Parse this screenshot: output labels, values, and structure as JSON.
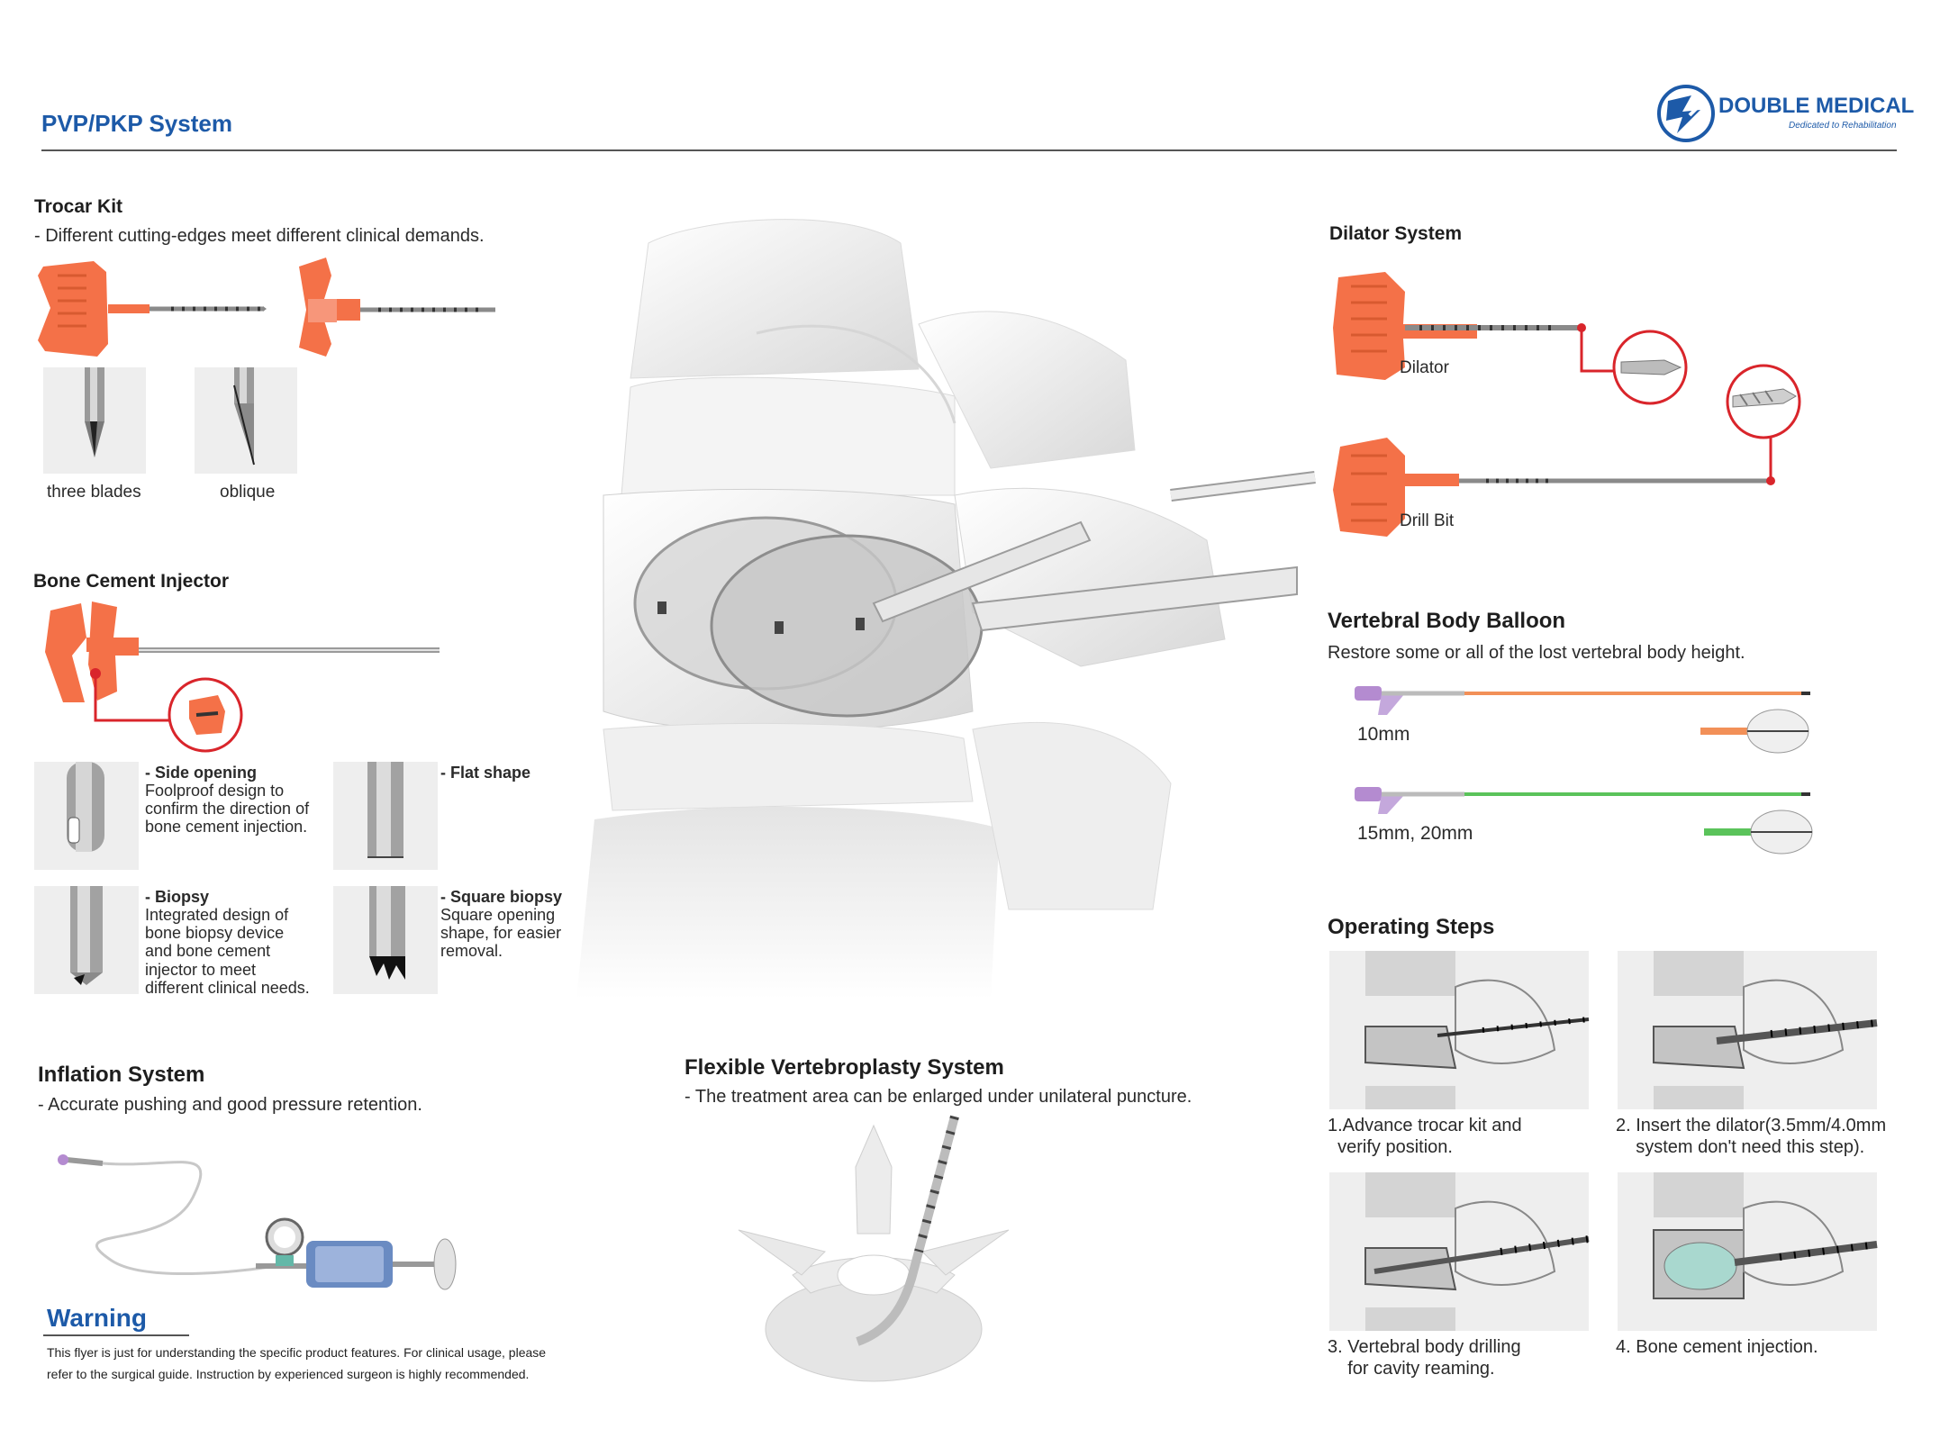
{
  "header": {
    "title": "PVP/PKP System",
    "brand_name": "DOUBLE MEDICAL",
    "brand_tagline": "Dedicated to Rehabilitation"
  },
  "trocar": {
    "title": "Trocar Kit",
    "desc": "- Different cutting-edges meet different clinical demands.",
    "tips": [
      "three blades",
      "oblique"
    ]
  },
  "injector": {
    "title": "Bone Cement Injector",
    "features": [
      {
        "title": "- Side opening",
        "desc": "Foolproof design to\nconfirm the direction of\nbone cement injection."
      },
      {
        "title": "- Flat shape",
        "desc": ""
      },
      {
        "title": "- Biopsy",
        "desc": "Integrated design of\nbone biopsy device\nand bone cement\ninjector to meet\ndifferent clinical needs."
      },
      {
        "title": "- Square biopsy",
        "desc": "Square opening\nshape, for easier\nremoval."
      }
    ]
  },
  "dilator": {
    "title": "Dilator System",
    "labels": [
      "Dilator",
      "Drill Bit"
    ]
  },
  "balloon": {
    "title": "Vertebral Body Balloon",
    "desc": "Restore some or all of the lost vertebral body height.",
    "sizes": [
      "10mm",
      "15mm, 20mm"
    ]
  },
  "steps": {
    "title": "Operating Steps",
    "items": [
      "1.Advance trocar kit and\n  verify position.",
      "2. Insert the dilator(3.5mm/4.0mm\n    system don't need this step).",
      "3. Vertebral body drilling\n    for cavity reaming.",
      "4. Bone cement injection."
    ]
  },
  "inflation": {
    "title": "Inflation System",
    "desc": "- Accurate pushing and good pressure retention."
  },
  "flexible": {
    "title": "Flexible Vertebroplasty System",
    "desc": "- The treatment area can be enlarged under unilateral puncture."
  },
  "warning": {
    "title": "Warning",
    "text": "This flyer is just for understanding the specific product features. For clinical usage, please\nrefer to the surgical guide. Instruction by experienced surgeon is highly recommended."
  },
  "colors": {
    "brand_blue": "#1d5aa8",
    "handle_orange": "#f47148",
    "balloon_green": "#5ac35a",
    "highlight_red": "#d9252b"
  }
}
